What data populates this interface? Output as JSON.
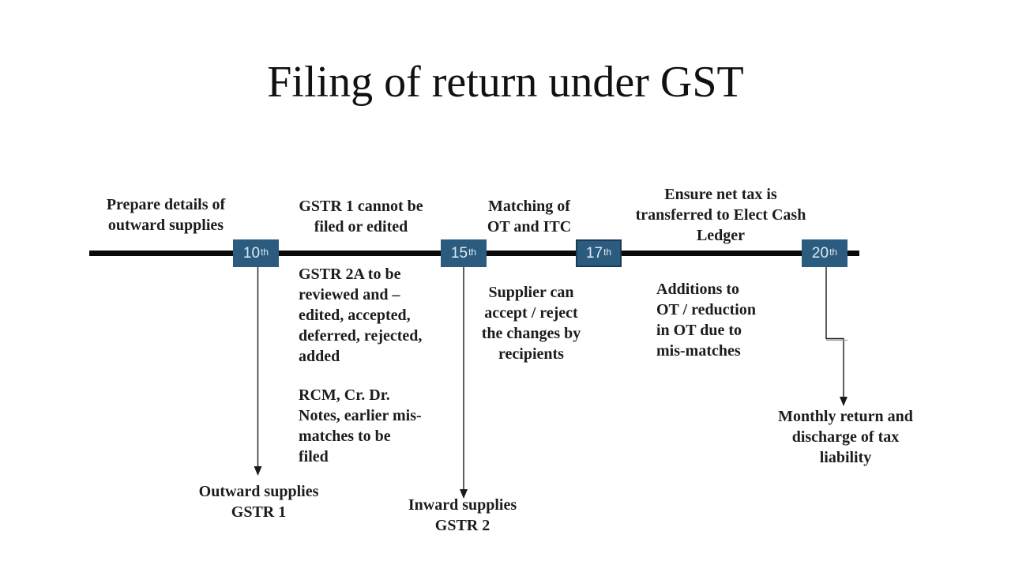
{
  "slide": {
    "title": "Filing of return under GST"
  },
  "colors": {
    "marker_fill": "#2b5c80",
    "marker_border": "#1a3a55",
    "timeline": "#0a0a0a",
    "text": "#1c1c1c"
  },
  "timeline": {
    "markers": [
      {
        "number": "10",
        "suffix": "th"
      },
      {
        "number": "15",
        "suffix": "th"
      },
      {
        "number": "17",
        "suffix": "th"
      },
      {
        "number": "20",
        "suffix": "th"
      }
    ]
  },
  "annotations": {
    "above": [
      {
        "text": "Prepare details of\noutward supplies"
      },
      {
        "text": "GSTR 1 cannot be\nfiled or edited"
      },
      {
        "text": "Matching of\nOT and ITC"
      },
      {
        "text": "Ensure net tax is\ntransferred to Elect Cash\nLedger"
      }
    ],
    "below": [
      {
        "text": "GSTR 2A to be\nreviewed and –\nedited, accepted,\ndeferred, rejected,\nadded"
      },
      {
        "text": "RCM, Cr. Dr.\nNotes, earlier mis-\nmatches to be\nfiled"
      },
      {
        "text": "Supplier can\naccept / reject\nthe changes by\nrecipients"
      },
      {
        "text": "Additions to\nOT / reduction\nin OT due to\nmis-matches"
      }
    ],
    "outcomes": [
      {
        "text": "Outward supplies\nGSTR 1"
      },
      {
        "text": "Inward supplies\nGSTR 2"
      },
      {
        "text": "Monthly return and\ndischarge of tax\nliability"
      }
    ]
  }
}
